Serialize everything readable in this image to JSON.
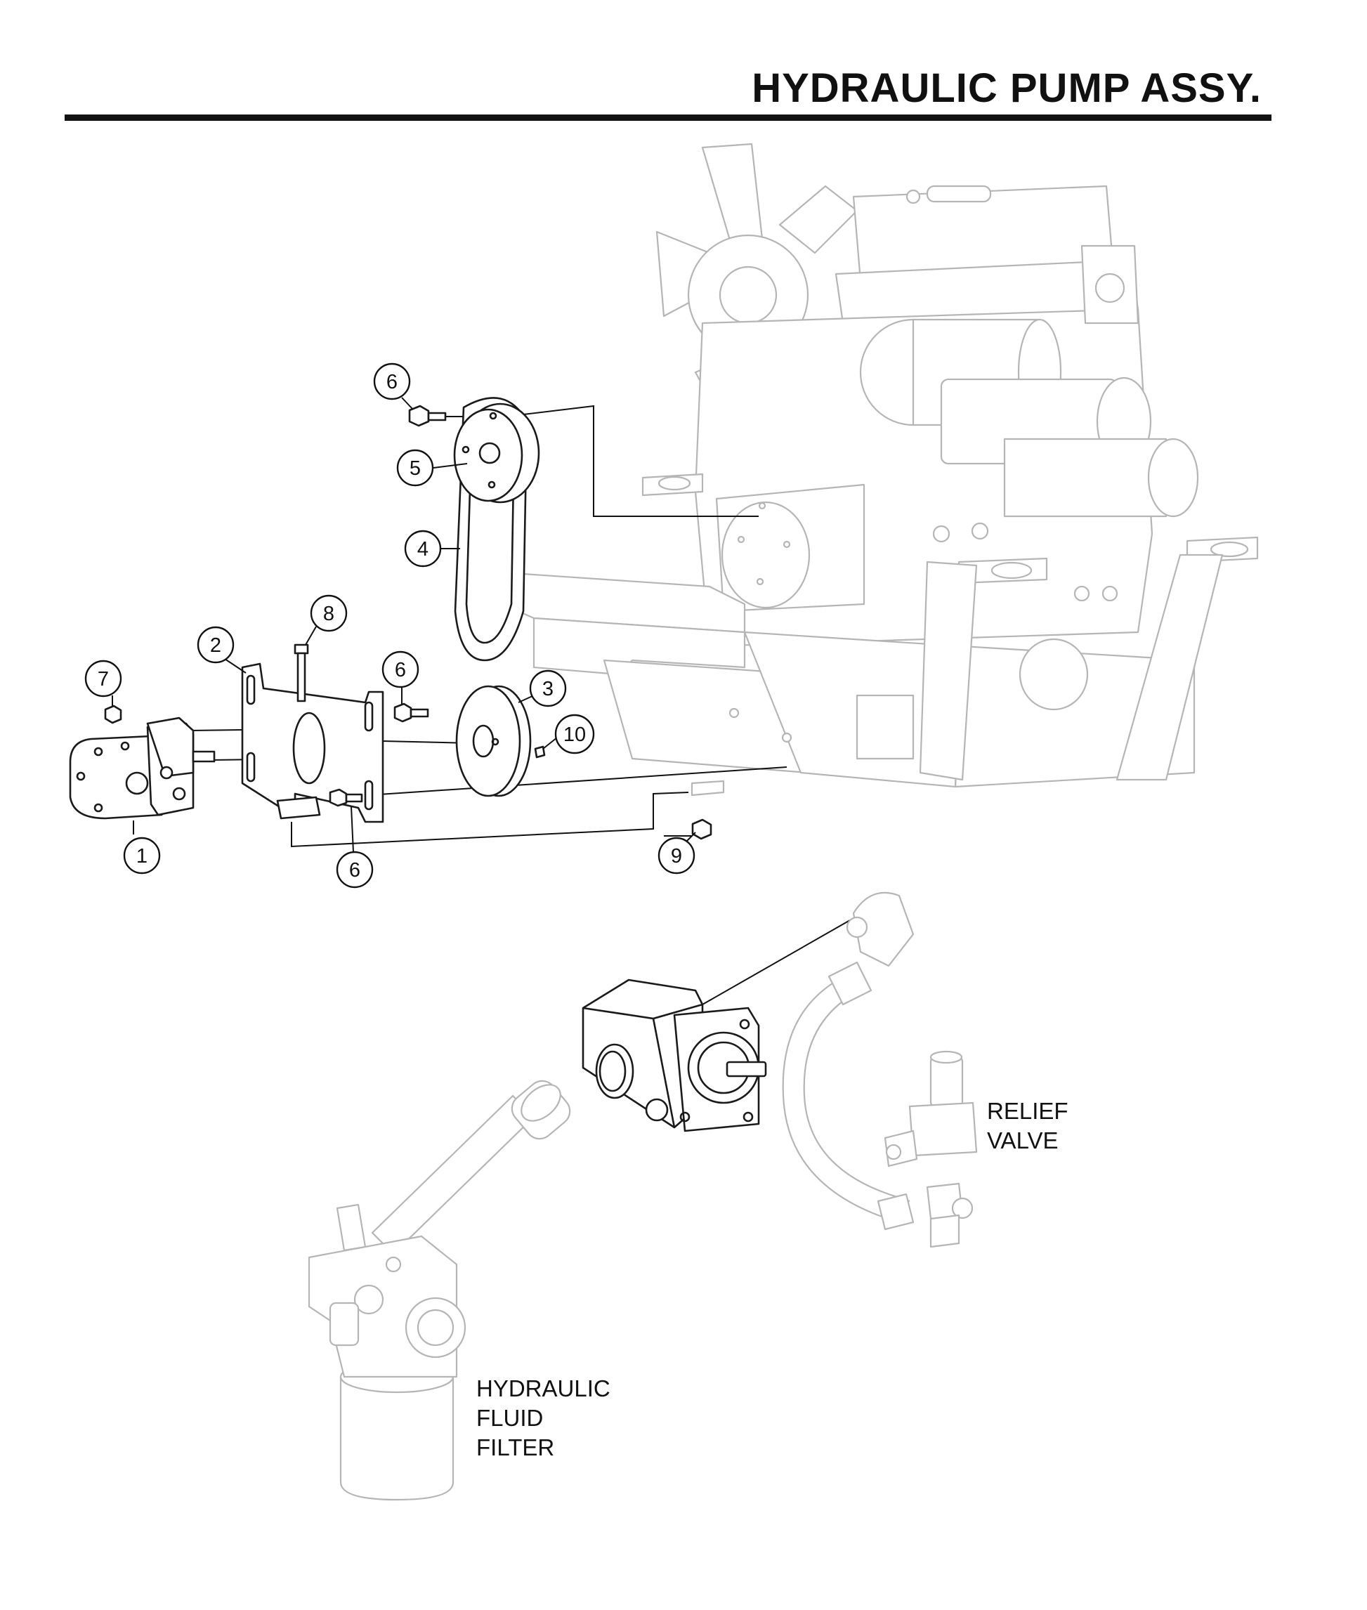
{
  "title": "HYDRAULIC PUMP ASSY.",
  "callouts": [
    "1",
    "2",
    "3",
    "4",
    "5",
    "6",
    "6",
    "6",
    "7",
    "8",
    "9",
    "10"
  ],
  "labels": {
    "relief_valve": [
      "RELIEF",
      "VALVE"
    ],
    "filter": [
      "HYDRAULIC",
      "FLUID",
      "FILTER"
    ]
  },
  "colors": {
    "ink": "#111111",
    "ghost": "#b5b5b5"
  }
}
